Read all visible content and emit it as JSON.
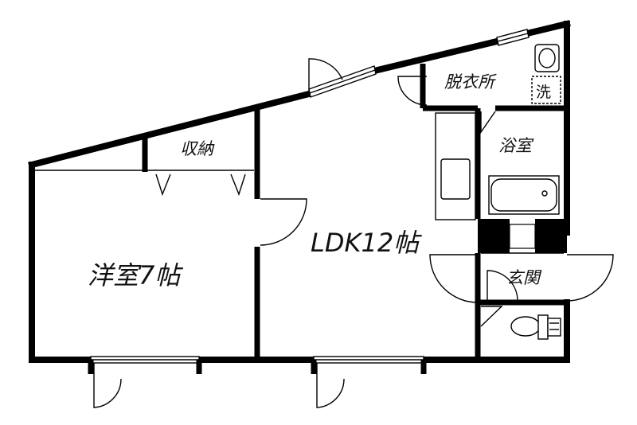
{
  "rooms": {
    "western": "洋室7帖",
    "ldk": "LDK12帖",
    "storage": "収納",
    "dressing": "脱衣所",
    "washer": "洗",
    "bath": "浴室",
    "entrance": "玄関"
  }
}
